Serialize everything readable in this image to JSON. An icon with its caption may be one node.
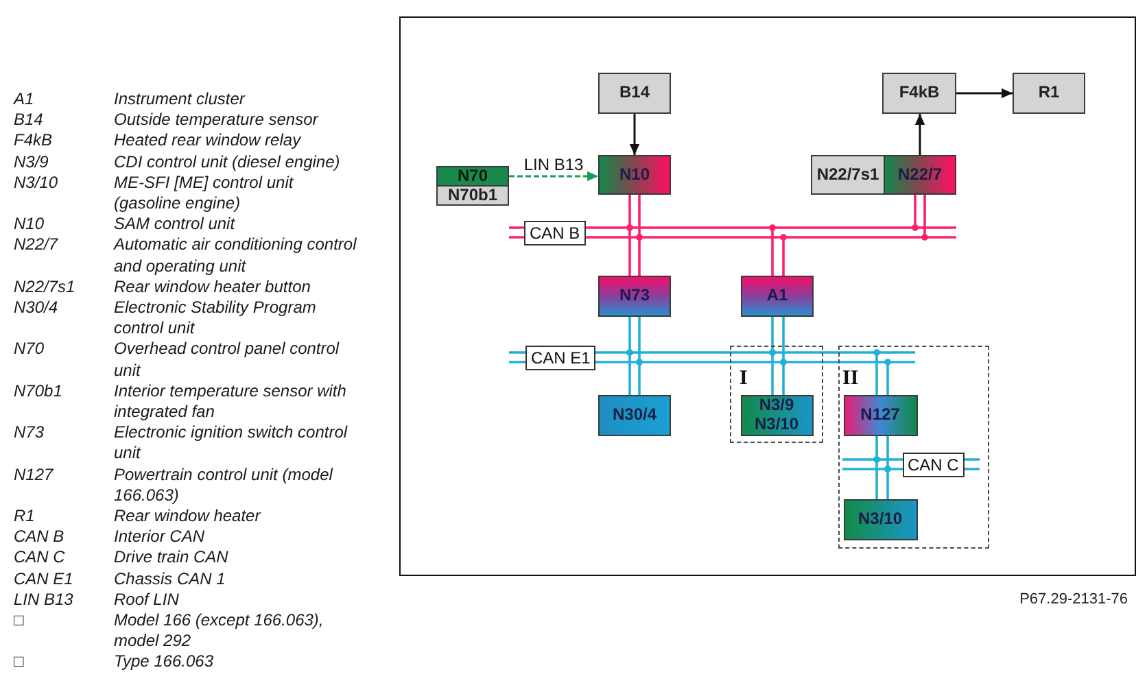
{
  "diagram": {
    "nodes": [
      {
        "text": [
          "B14"
        ]
      },
      {
        "text": [
          "F4kB"
        ]
      },
      {
        "text": [
          "R1"
        ]
      },
      {
        "text": [
          "N70"
        ]
      },
      {
        "text": [
          "N70b1"
        ]
      },
      {
        "text": [
          "N10"
        ]
      },
      {
        "text": [
          "N22/7s1"
        ]
      },
      {
        "text": [
          "N22/7"
        ]
      },
      {
        "text": [
          "CAN B"
        ]
      },
      {
        "text": [
          "N73"
        ]
      },
      {
        "text": [
          "A1"
        ]
      },
      {
        "text": [
          "CAN E1"
        ]
      },
      {
        "text": [
          "N30/4"
        ]
      },
      {
        "text": [
          "I"
        ]
      },
      {
        "text": [
          "N3/9",
          "N3/10"
        ],
        "in": 13
      },
      {
        "text": [
          "II"
        ]
      },
      {
        "text": [
          "N127"
        ],
        "in": 15
      },
      {
        "text": [
          "CAN C"
        ],
        "in": 15
      },
      {
        "text": [
          "N3/10"
        ],
        "in": 15
      }
    ],
    "edges": [
      {
        "from": 0,
        "to": 5,
        "arrow": "to",
        "color": "#111111"
      },
      {
        "from": 1,
        "to": 2,
        "arrow": "to",
        "color": "#111111"
      },
      {
        "from": 7,
        "to": 1,
        "arrow": "to",
        "color": "#111111"
      },
      {
        "from": 3,
        "to": 5,
        "arrow": "to",
        "label": "LIN B13",
        "style": "dashed",
        "color": "#1f9a55"
      },
      {
        "from": 5,
        "to": 8,
        "arrow": "none",
        "color": "#ff1f6e"
      },
      {
        "from": 7,
        "to": 8,
        "arrow": "none",
        "color": "#ff1f6e"
      },
      {
        "from": 8,
        "to": 9,
        "arrow": "none",
        "color": "#ff1f6e"
      },
      {
        "from": 8,
        "to": 10,
        "arrow": "none",
        "color": "#ff1f6e"
      },
      {
        "from": 9,
        "to": 11,
        "arrow": "none"
      },
      {
        "from": 10,
        "to": 11,
        "arrow": "none"
      },
      {
        "from": 11,
        "to": 12,
        "arrow": "none"
      },
      {
        "from": 11,
        "to": 14,
        "arrow": "none"
      },
      {
        "from": 16,
        "to": 11,
        "arrow": "none"
      },
      {
        "from": 16,
        "to": 17,
        "arrow": "none"
      },
      {
        "from": 17,
        "to": 18,
        "arrow": "none"
      }
    ],
    "labels": [
      "A1",
      "Instrument cluster",
      "B14",
      "Outside temperature sensor",
      "F4kB",
      "Heated rear window relay",
      "N3/9",
      "CDI control unit (diesel engine)",
      "N3/10",
      "ME-SFI [ME] control unit (gasoline engine)",
      "N10",
      "SAM control unit",
      "N22/7",
      "Automatic air conditioning control and operating unit",
      "N22/7s1",
      "Rear window heater button",
      "N30/4",
      "Electronic Stability Program control unit",
      "N70",
      "Overhead control panel control unit",
      "N70b1",
      "Interior temperature sensor with integrated fan",
      "N73",
      "Electronic ignition switch control unit",
      "N127",
      "Powertrain control unit (model 166.063)",
      "R1",
      "Rear window heater",
      "CAN B",
      "Interior CAN",
      "CAN C",
      "Drive train CAN",
      "CAN E1",
      "Chassis CAN 1",
      "LIN B13",
      "Roof LIN",
      "□",
      "Model 166 (except 166.063), model 292",
      "□",
      "Type 166.063",
      "P67.29-2131-76"
    ]
  }
}
